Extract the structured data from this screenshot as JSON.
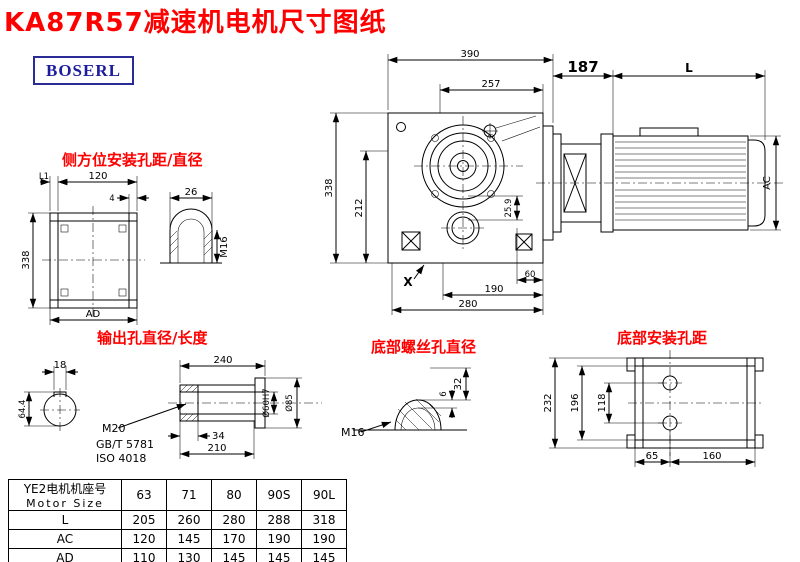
{
  "page": {
    "title": "KA87R57减速机电机尺寸图纸",
    "brand": "BOSERL"
  },
  "labels": {
    "side_mount": "侧方位安装孔距/直径",
    "output_hole": "输出孔直径/长度",
    "bottom_screw": "底部螺丝孔直径",
    "bottom_mount": "底部安装孔距"
  },
  "main_view": {
    "d390": "390",
    "d257": "257",
    "d187": "187",
    "dL": "L",
    "d338": "338",
    "d212": "212",
    "d25_9": "25.9",
    "d60": "60",
    "d190": "190",
    "d280": "280",
    "dX": "X",
    "dAC": "AC"
  },
  "side_view": {
    "dL1": "L1",
    "d120": "120",
    "d4": "4",
    "d338": "338",
    "dAD": "AD",
    "d26": "26",
    "dM16": "M16"
  },
  "output_view": {
    "d18": "18",
    "d64_4": "64.4",
    "d240": "240",
    "dM20": "M20",
    "std1": "GB/T 5781",
    "std2": "ISO 4018",
    "d34": "34",
    "d210": "210",
    "d60h7": "Ø60H7",
    "d85": "Ø85"
  },
  "screw_view": {
    "d32": "32",
    "d6": "6",
    "dM16": "M16"
  },
  "bottom_view": {
    "d232": "232",
    "d196": "196",
    "d118": "118",
    "d65": "65",
    "d160": "160"
  },
  "table": {
    "size_label_cn": "YE2电机机座号",
    "size_label_en": "Motor Size",
    "cols": [
      "63",
      "71",
      "80",
      "90S",
      "90L"
    ],
    "rows": [
      {
        "label": "L",
        "values": [
          "205",
          "260",
          "280",
          "288",
          "318"
        ]
      },
      {
        "label": "AC",
        "values": [
          "120",
          "145",
          "170",
          "190",
          "190"
        ]
      },
      {
        "label": "AD",
        "values": [
          "110",
          "130",
          "145",
          "145",
          "145"
        ]
      }
    ]
  },
  "colors": {
    "title_red": "#fe0000",
    "brand_blue": "#1c1c9c",
    "line": "#000000"
  }
}
